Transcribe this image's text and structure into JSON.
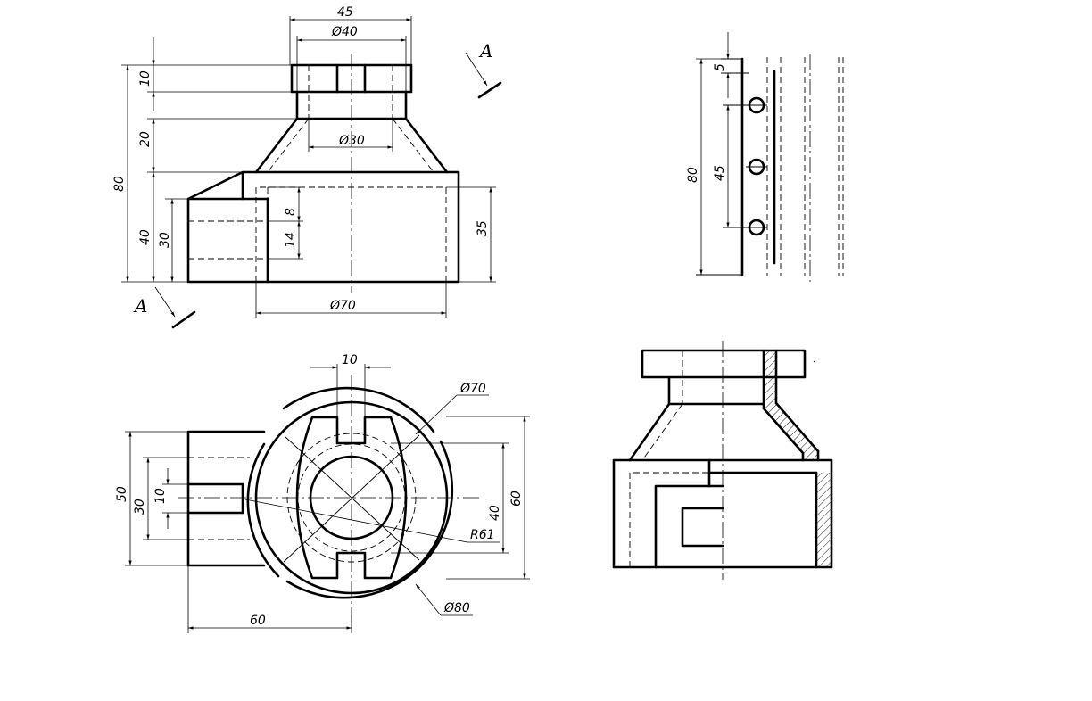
{
  "views": {
    "front": {
      "dims": {
        "d45": "45",
        "d_phi40": "Ø40",
        "d10": "10",
        "d20": "20",
        "d80": "80",
        "d40": "40",
        "d30": "30",
        "d_phi30": "Ø30",
        "d8": "8",
        "d14": "14",
        "d35": "35",
        "d_phi70": "Ø70"
      },
      "section_label_top": "A",
      "section_label_bottom": "A"
    },
    "side": {
      "dims": {
        "d5": "5",
        "d80": "80",
        "d45": "45"
      }
    },
    "top": {
      "dims": {
        "d10": "10",
        "d_phi70": "Ø70",
        "d50": "50",
        "d30": "30",
        "d10b": "10",
        "d40": "40",
        "d60v": "60",
        "dR61": "R61",
        "d_phi80": "Ø80",
        "d60h": "60"
      }
    }
  }
}
